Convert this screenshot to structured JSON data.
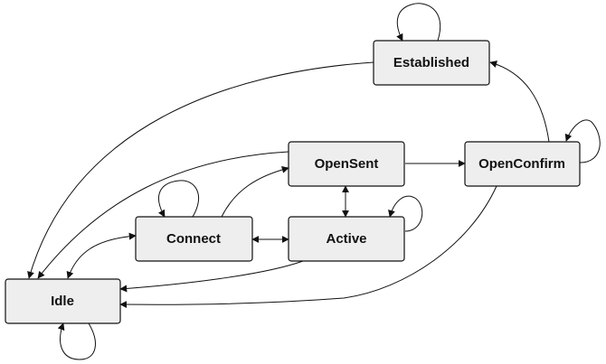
{
  "diagram": {
    "type": "state-machine",
    "states": {
      "idle": "Idle",
      "connect": "Connect",
      "active": "Active",
      "opensent": "OpenSent",
      "openconfirm": "OpenConfirm",
      "established": "Established"
    },
    "transitions": [
      {
        "from": "Idle",
        "to": "Idle"
      },
      {
        "from": "Idle",
        "to": "Connect"
      },
      {
        "from": "Connect",
        "to": "Idle"
      },
      {
        "from": "Connect",
        "to": "Connect"
      },
      {
        "from": "Connect",
        "to": "OpenSent"
      },
      {
        "from": "Connect",
        "to": "Active"
      },
      {
        "from": "Active",
        "to": "Connect"
      },
      {
        "from": "Active",
        "to": "Active"
      },
      {
        "from": "Active",
        "to": "Idle"
      },
      {
        "from": "Active",
        "to": "OpenSent"
      },
      {
        "from": "OpenSent",
        "to": "Active"
      },
      {
        "from": "OpenSent",
        "to": "Idle"
      },
      {
        "from": "OpenSent",
        "to": "OpenConfirm"
      },
      {
        "from": "OpenConfirm",
        "to": "OpenConfirm"
      },
      {
        "from": "OpenConfirm",
        "to": "Established"
      },
      {
        "from": "OpenConfirm",
        "to": "Idle"
      },
      {
        "from": "Established",
        "to": "Established"
      },
      {
        "from": "Established",
        "to": "Idle"
      }
    ],
    "colors": {
      "node_fill": "#eeeeee",
      "stroke": "#111111",
      "background": "#ffffff"
    }
  }
}
